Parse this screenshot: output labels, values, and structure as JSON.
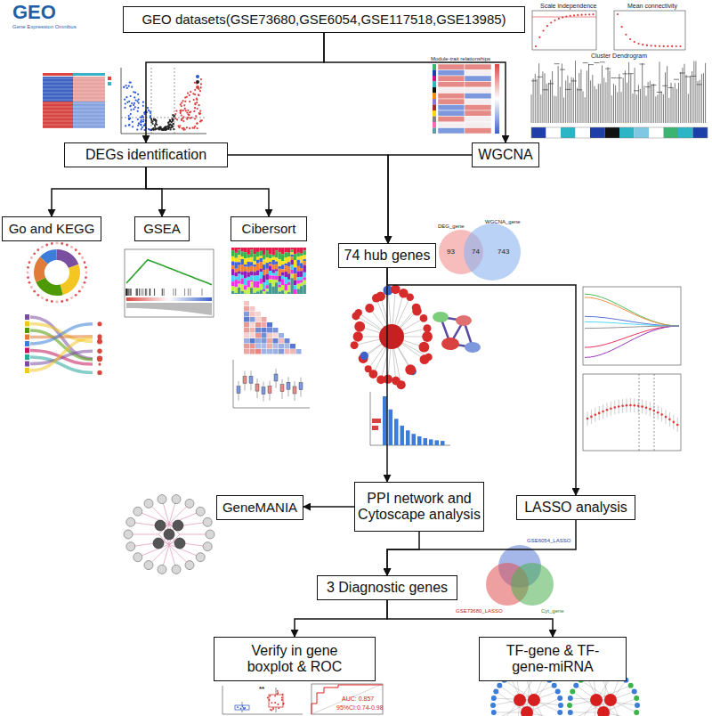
{
  "diagram": {
    "nodes": [
      {
        "text": [
          "GEO datasets(GSE73680,GSE6054,GSE117518,GSE13985)"
        ]
      },
      {
        "text": [
          "DEGs identification"
        ]
      },
      {
        "text": [
          "WGCNA"
        ]
      },
      {
        "text": [
          "Go and KEGG"
        ]
      },
      {
        "text": [
          "GSEA"
        ]
      },
      {
        "text": [
          "Cibersort"
        ]
      },
      {
        "text": [
          "74 hub genes"
        ]
      },
      {
        "text": [
          "PPI network and Cytoscape analysis"
        ]
      },
      {
        "text": [
          "GeneMANIA"
        ]
      },
      {
        "text": [
          "LASSO analysis"
        ]
      },
      {
        "text": [
          "3 Diagnostic genes"
        ]
      },
      {
        "text": [
          "Verify in gene boxplot & ROC"
        ]
      },
      {
        "text": [
          "TF-gene & TF-gene-miRNA"
        ]
      }
    ],
    "edges": [
      {
        "from": 0,
        "to": 1,
        "arrow": "to"
      },
      {
        "from": 0,
        "to": 2,
        "arrow": "to"
      },
      {
        "from": 1,
        "to": 6,
        "arrow": "to"
      },
      {
        "from": 2,
        "to": 6,
        "arrow": "to"
      },
      {
        "from": 1,
        "to": 3,
        "arrow": "to"
      },
      {
        "from": 1,
        "to": 4,
        "arrow": "to"
      },
      {
        "from": 1,
        "to": 5,
        "arrow": "to"
      },
      {
        "from": 6,
        "to": 7,
        "arrow": "to"
      },
      {
        "from": 6,
        "to": 9,
        "arrow": "to"
      },
      {
        "from": 7,
        "to": 8,
        "arrow": "to"
      },
      {
        "from": 7,
        "to": 10,
        "arrow": "to"
      },
      {
        "from": 9,
        "to": 10,
        "arrow": "to"
      },
      {
        "from": 10,
        "to": 11,
        "arrow": "to"
      },
      {
        "from": 10,
        "to": 12,
        "arrow": "to"
      }
    ],
    "labels": [
      "GEO",
      "Gene Expression Omnibus",
      "Scale independence",
      "Mean connectivity",
      "Cluster Dendrogram",
      "Module-trait relationships",
      "DEG_gene",
      "WGCNA_gene",
      "93",
      "74",
      "743",
      "GSE6054_LASSO",
      "GSE73680_LASSO",
      "Cyt_gene",
      "**",
      "AUC: 0.857",
      "95%CI:0.74-0.98"
    ]
  }
}
